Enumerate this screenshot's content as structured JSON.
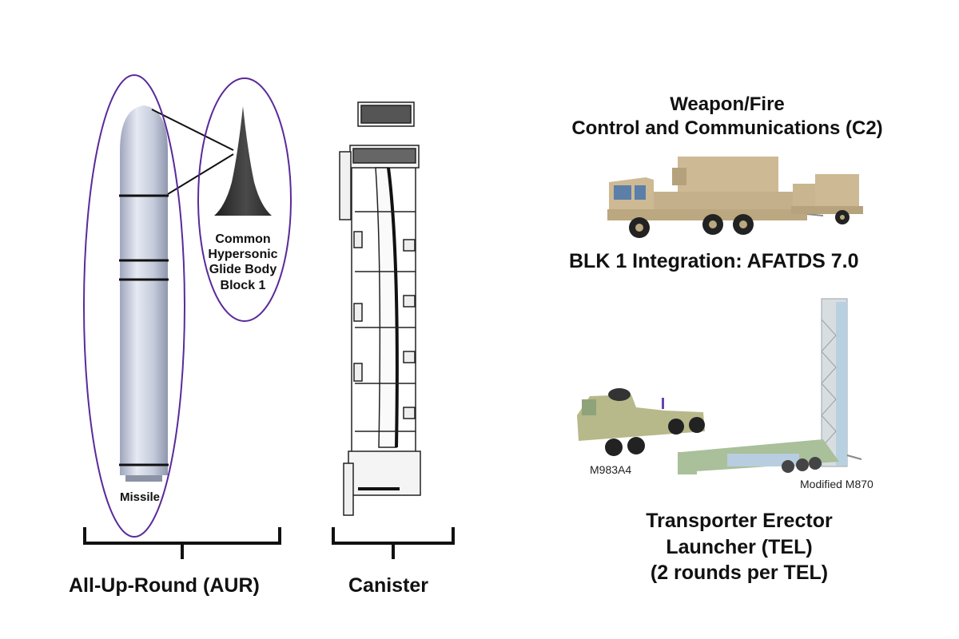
{
  "aur": {
    "missile_label": "Missile",
    "glide_body_label": [
      "Common",
      "Hypersonic",
      "Glide Body",
      "Block 1"
    ],
    "group_label": "All-Up-Round (AUR)"
  },
  "canister": {
    "group_label": "Canister"
  },
  "c2": {
    "title_line1": "Weapon/Fire",
    "title_line2": "Control and Communications (C2)",
    "integration_label": "BLK 1 Integration:  AFATDS 7.0"
  },
  "tel": {
    "truck_label": "M983A4",
    "trailer_label": "Modified M870",
    "title_line1": "Transporter Erector",
    "title_line2": "Launcher  (TEL)",
    "title_line3": "(2 rounds per TEL)"
  },
  "colors": {
    "highlight_ellipse": "#5a2a9a",
    "missile_body": "#c9cfe0",
    "glide_body": "#2e2e2e",
    "c2_vehicle": "#cdb994",
    "tel_truck": "#b7b98a",
    "tel_trailer": "#a9c09a",
    "launcher_frame": "#d8dde0"
  }
}
